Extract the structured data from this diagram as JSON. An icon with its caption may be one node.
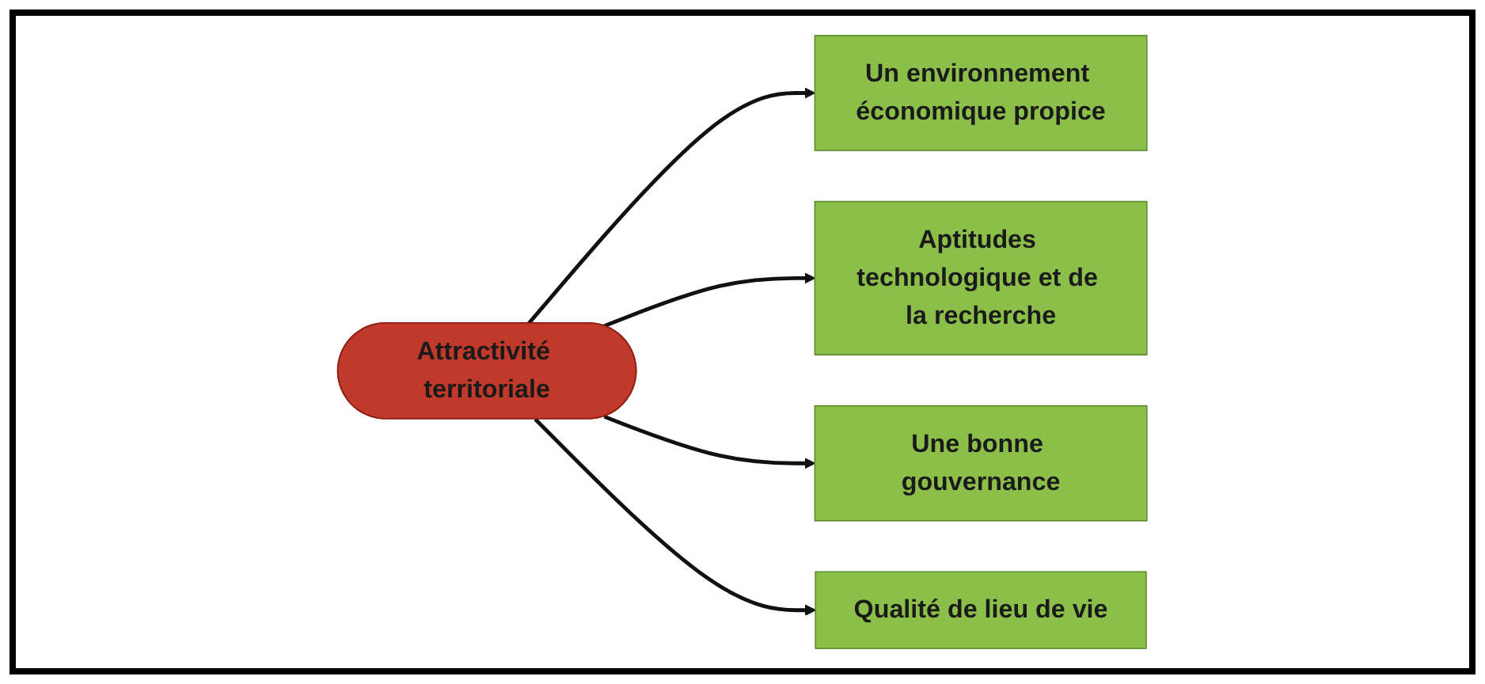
{
  "diagram": {
    "nodes": [
      {
        "text": [
          "Un environnement économique propice"
        ]
      },
      {
        "text": [
          "Aptitudes technologique et de la recherche"
        ]
      },
      {
        "text": [
          "Attractivité territoriale"
        ]
      },
      {
        "text": [
          "Une bonne gouvernance"
        ]
      },
      {
        "text": [
          "Qualité de lieu de vie"
        ]
      }
    ],
    "edges": [
      {
        "from": 2,
        "to": 0,
        "arrow": "to"
      },
      {
        "from": 2,
        "to": 1,
        "arrow": "to"
      },
      {
        "from": 2,
        "to": 3,
        "arrow": "to"
      },
      {
        "from": 2,
        "to": 4,
        "arrow": "to"
      }
    ]
  }
}
